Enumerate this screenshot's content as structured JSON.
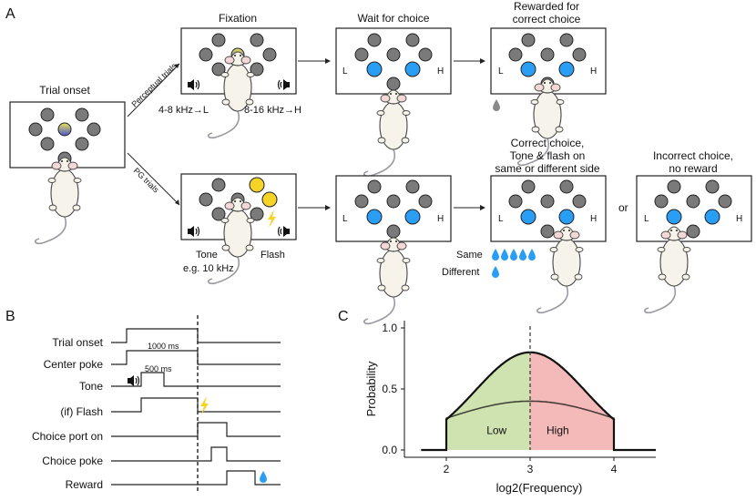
{
  "panels": {
    "a": "A",
    "b": "B",
    "c": "C"
  },
  "panel_a": {
    "trial_onset": "Trial onset",
    "fixation": "Fixation",
    "wait_for_choice": "Wait for choice",
    "rewarded_line1": "Rewarded for",
    "rewarded_line2": "correct choice",
    "perceptual_trials": "Perceptual trials",
    "pg_trials": "PG trials",
    "low_range": "4-8 kHz→L",
    "high_range": "8-16 kHz→H",
    "tone": "Tone",
    "tone_example": "e.g. 10 kHz",
    "flash": "Flash",
    "correct_line1": "Correct choice,",
    "correct_line2": "Tone & flash on",
    "correct_line3": "same or different side",
    "incorrect_line1": "Incorrect choice,",
    "incorrect_line2": "no reward",
    "or": "or",
    "same": "Same",
    "different": "Different",
    "left_port": "L",
    "high_port": "H",
    "colors": {
      "port_gray": "#7a7a7a",
      "choice_blue": "#2a9df4",
      "flash_yellow": "#f5d327",
      "water_blue": "#2a9df4",
      "water_gray": "#8a8a8a"
    }
  },
  "panel_b": {
    "rows": [
      "Trial onset",
      "Center poke",
      "Tone",
      "(if) Flash",
      "Choice port on",
      "Choice poke",
      "Reward"
    ],
    "duration_1000": "1000 ms",
    "duration_500": "500 ms"
  },
  "chart_data": {
    "type": "line",
    "xlabel": "log2(Frequency)",
    "ylabel": "Probability",
    "xticks": [
      2,
      3,
      4
    ],
    "yticks": [
      "0.0",
      "0.5",
      "1.0"
    ],
    "xlim": [
      1.5,
      4.5
    ],
    "ylim": [
      0,
      1
    ],
    "region_labels": {
      "low": "Low",
      "high": "High"
    },
    "boundary_x": 3,
    "series": [
      {
        "kind": "narrow",
        "peak_x": 3,
        "peak_y": 0.8,
        "edge_y": 0.25,
        "support": [
          2,
          4
        ]
      },
      {
        "kind": "wide",
        "peak_x": 3,
        "peak_y": 0.4,
        "edge_y": 0.26,
        "support": [
          2,
          4
        ]
      }
    ],
    "colors": {
      "low_fill": "#cfe3b0",
      "high_fill": "#f4b9b9"
    }
  }
}
